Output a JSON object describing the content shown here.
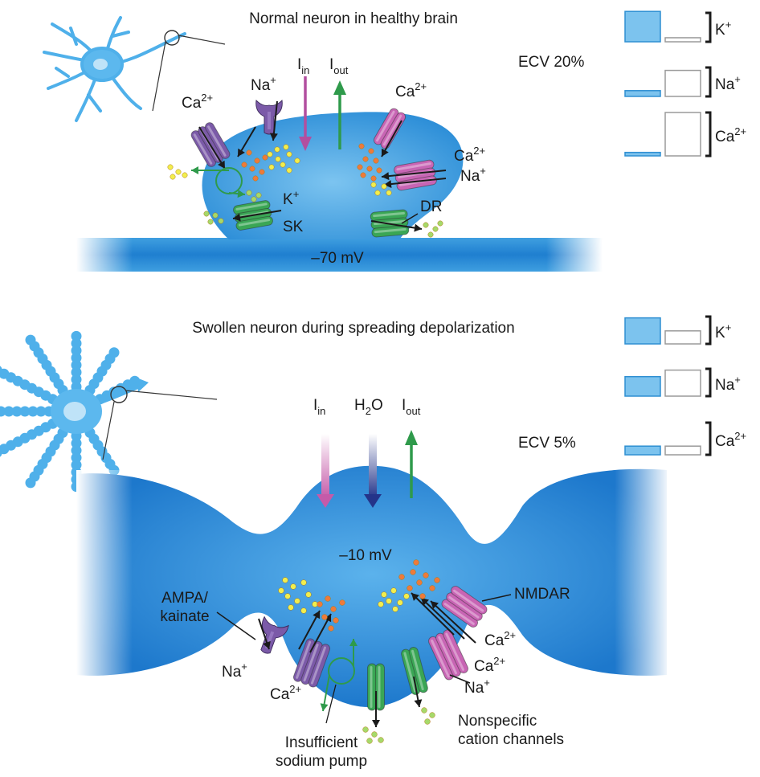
{
  "top": {
    "title": "Normal neuron in healthy brain",
    "ecv": "ECV 20%",
    "potential": "–70 mV",
    "current_in": {
      "base": "I",
      "sub": "in"
    },
    "current_out": {
      "base": "I",
      "sub": "out"
    },
    "channels": {
      "ca_left": {
        "base": "Ca",
        "sup": "2+"
      },
      "na_left": {
        "base": "Na",
        "sup": "+"
      },
      "ca_right": {
        "base": "Ca",
        "sup": "2+"
      },
      "ca_right2": {
        "base": "Ca",
        "sup": "2+"
      },
      "na_right": {
        "base": "Na",
        "sup": "+"
      },
      "k": {
        "base": "K",
        "sup": "+"
      },
      "sk": "SK",
      "dr": "DR"
    },
    "ion_bars": [
      {
        "ion": {
          "base": "K",
          "sup": "+"
        },
        "inside": 0.9,
        "outside": 0.12
      },
      {
        "ion": {
          "base": "Na",
          "sup": "+"
        },
        "inside": 0.2,
        "outside": 0.9
      },
      {
        "ion": {
          "base": "Ca",
          "sup": "2+"
        },
        "inside": 0.08,
        "outside": 1.0
      }
    ]
  },
  "bottom": {
    "title": "Swollen neuron during spreading depolarization",
    "ecv": "ECV 5%",
    "potential": "–10 mV",
    "current_in": {
      "base": "I",
      "sub": "in"
    },
    "water": {
      "base": "H",
      "sub": "2",
      "rest": "O"
    },
    "current_out": {
      "base": "I",
      "sub": "out"
    },
    "labels": {
      "ampa": [
        "AMPA/",
        "kainate"
      ],
      "na": {
        "base": "Na",
        "sup": "+"
      },
      "ca": {
        "base": "Ca",
        "sup": "2+"
      },
      "pump": [
        "Insufficient",
        "sodium pump"
      ],
      "nmdar": "NMDAR",
      "ca_r1": {
        "base": "Ca",
        "sup": "2+"
      },
      "ca_r2": {
        "base": "Ca",
        "sup": "2+"
      },
      "na_r": {
        "base": "Na",
        "sup": "+"
      },
      "nonspecific": [
        "Nonspecific",
        "cation channels"
      ]
    },
    "ion_bars": [
      {
        "ion": {
          "base": "K",
          "sup": "+"
        },
        "inside": 0.6,
        "outside": 0.3
      },
      {
        "ion": {
          "base": "Na",
          "sup": "+"
        },
        "inside": 0.45,
        "outside": 0.6
      },
      {
        "ion": {
          "base": "Ca",
          "sup": "2+"
        },
        "inside": 0.2,
        "outside": 0.2
      }
    ]
  },
  "colors": {
    "cell": "#2f95db",
    "cell_light": "#5cb3ea",
    "bar_fill": "#7cc3ee",
    "bar_stroke": "#2f8fd2",
    "purple": "#7b5aa8",
    "magenta": "#c865b4",
    "green": "#3aa655",
    "yellow": "#f2ee4e",
    "orange": "#ee7a3a",
    "lightgreen": "#a6d96a",
    "dark_blue": "#2b3d95"
  }
}
